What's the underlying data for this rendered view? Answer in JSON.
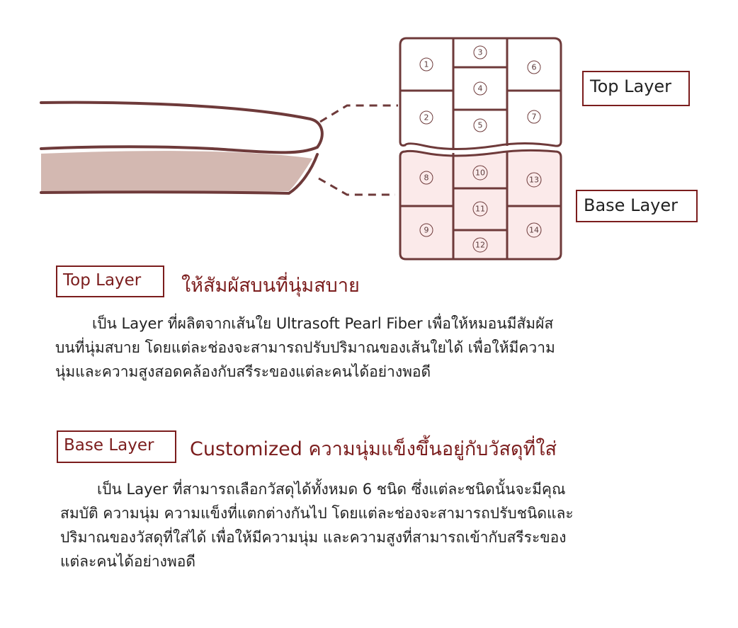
{
  "diagram": {
    "cells_top": [
      "1",
      "2",
      "3",
      "4",
      "5",
      "6",
      "7"
    ],
    "cells_base": [
      "8",
      "9",
      "10",
      "11",
      "12",
      "13",
      "14"
    ],
    "top_label": "Top Layer",
    "base_label": "Base Layer",
    "colors": {
      "accent": "#7b1d1d",
      "outline": "#6e3a3a",
      "base_fill": "#fbeaea",
      "pillow_fill": "#d3b8b1"
    }
  },
  "top_section": {
    "tag": "Top Layer",
    "title": "ให้สัมผัสบนที่นุ่มสบาย",
    "lines": [
      "เป็น Layer ที่ผลิตจากเส้นใย Ultrasoft Pearl Fiber เพื่อให้หมอนมีสัมผัส",
      "บนที่นุ่มสบาย โดยแต่ละช่องจะสามารถปรับปริมาณของเส้นใยได้ เพื่อให้มีความ",
      "นุ่มและความสูงสอดคล้องกับสรีระของแต่ละคนได้อย่างพอดี"
    ]
  },
  "base_section": {
    "tag": "Base Layer",
    "title": "Customized ความนุ่มแข็งขึ้นอยู่กับวัสดุที่ใส่",
    "lines": [
      "เป็น Layer ที่สามารถเลือกวัสดุได้ทั้งหมด 6 ชนิด ซึ่งแต่ละชนิดนั้นจะมีคุณ",
      "สมบัติ ความนุ่ม ความแข็งที่แตกต่างกันไป โดยแต่ละช่องจะสามารถปรับชนิดและ",
      "ปริมาณของวัสดุที่ใส่ได้ เพื่อให้มีความนุ่ม และความสูงที่สามารถเข้ากับสรีระของ",
      "แต่ละคนได้อย่างพอดี"
    ]
  }
}
